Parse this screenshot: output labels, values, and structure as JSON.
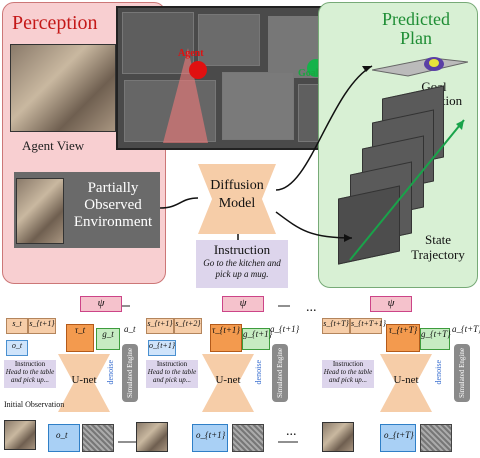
{
  "top": {
    "perception_title": "Perception",
    "agent_view_label": "Agent View",
    "map_agent_label": "Agent",
    "map_goal_label": "Goal",
    "predicted_plan_title": "Predicted Plan",
    "goal_estimation_label": "Goal Estimation",
    "state_trajectory_label": "State Trajectory",
    "partial_env_label": "Partially Observed Environment",
    "diffusion_label": "Diffusion Model",
    "instruction_title": "Instruction",
    "instruction_text": "Go to the kitchen and pick up a mug."
  },
  "bottom": {
    "initial_observation": "Initial Observation",
    "ellipsis": "...",
    "blocks": [
      {
        "s_a": "s_t",
        "s_b": "s_{t+1}",
        "o": "o_t",
        "tau": "τ_t",
        "g": "g_t",
        "a": "a_t",
        "obs": "o_t",
        "unet": "U-net",
        "denoise": "denoise",
        "sim": "Simulated Engine",
        "instr": "Instruction",
        "instr_text": "Head to the table and pick up...",
        "psi": "ψ"
      },
      {
        "s_a": "s_{t+1}",
        "s_b": "s_{t+2}",
        "o": "o_{t+1}",
        "tau": "τ_{t+1}",
        "g": "g_{t+1}",
        "a": "a_{t+1}",
        "obs": "o_{t+1}",
        "unet": "U-net",
        "denoise": "denoise",
        "sim": "Simulated Engine",
        "instr": "Instruction",
        "instr_text": "Head to the table and pick up...",
        "psi": "ψ"
      },
      {
        "s_a": "s_{t+T}",
        "s_b": "s_{t+T+1}",
        "o": "",
        "tau": "τ_{t+T}",
        "g": "g_{t+T}",
        "a": "a_{t+T}",
        "obs": "o_{t+T}",
        "unet": "U-net",
        "denoise": "denoise",
        "sim": "Simulated Engine",
        "instr": "Instruction",
        "instr_text": "Head to the table and pick up...",
        "psi": "ψ"
      }
    ]
  }
}
